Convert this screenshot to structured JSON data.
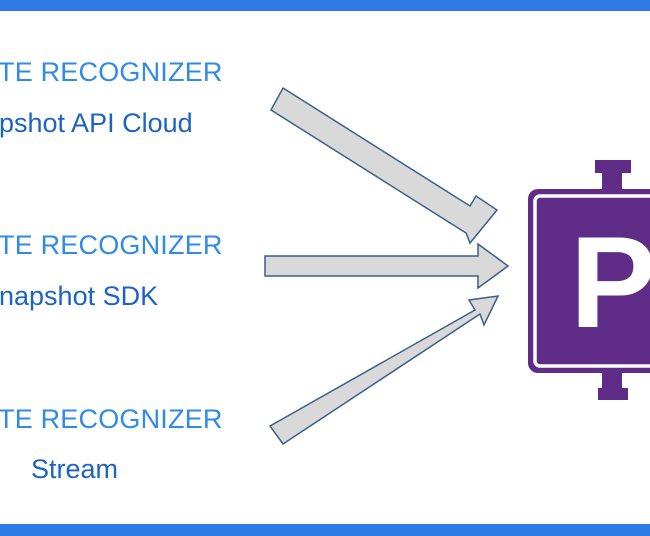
{
  "sources": [
    {
      "product": "TE RECOGNIZER",
      "variant": "pshot API Cloud"
    },
    {
      "product": "TE RECOGNIZER",
      "variant": "napshot SDK"
    },
    {
      "product": "TE RECOGNIZER",
      "variant": "Stream"
    }
  ],
  "target": {
    "letter": "P",
    "icon": "parking-sign-icon"
  },
  "colors": {
    "frame": "#2f7be5",
    "product_text": "#2f8ae8",
    "variant_text": "#1d63c4",
    "arrow_fill": "#d9d9d9",
    "arrow_stroke": "#3b5f88",
    "sign_fill": "#5f2d88"
  }
}
